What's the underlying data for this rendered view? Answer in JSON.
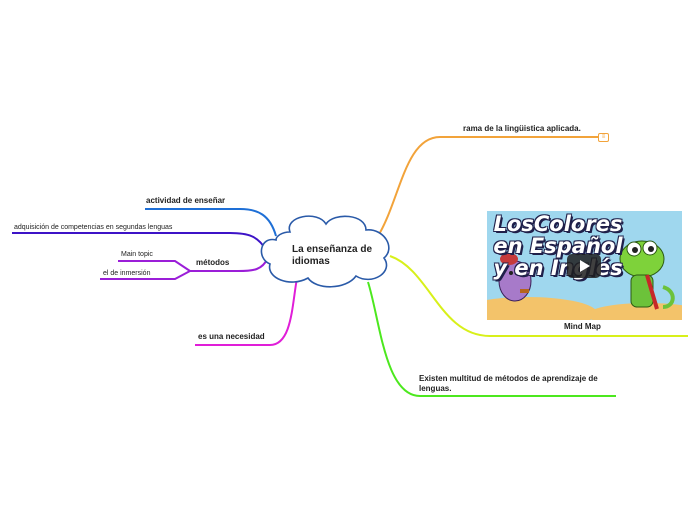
{
  "central": {
    "title": "La enseñanza de idiomas"
  },
  "branches": {
    "rama": "rama de la lingüistica aplicada.",
    "actividad": "actividad de enseñar",
    "adquisicion": "adquisición de competencias en segundas lenguas",
    "metodos": "métodos",
    "main_topic": "Main topic",
    "inmersion": "el de inmersión",
    "necesidad": "es una necesidad",
    "existen": "Existen multitud de métodos de aprendizaje de lenguas.",
    "mind_map": "Mind Map"
  },
  "video": {
    "title": "LosColores en Español y en Inglés"
  },
  "colors": {
    "orange": "#f2a33a",
    "blue": "#1e6fd6",
    "indigo": "#3d13c7",
    "purple": "#9b1ed8",
    "magenta": "#e01ed8",
    "yellowgreen": "#d8f01a",
    "green": "#4ce81e",
    "bubble_fill": "#ffffff",
    "bubble_stroke": "#2a5aa8"
  }
}
